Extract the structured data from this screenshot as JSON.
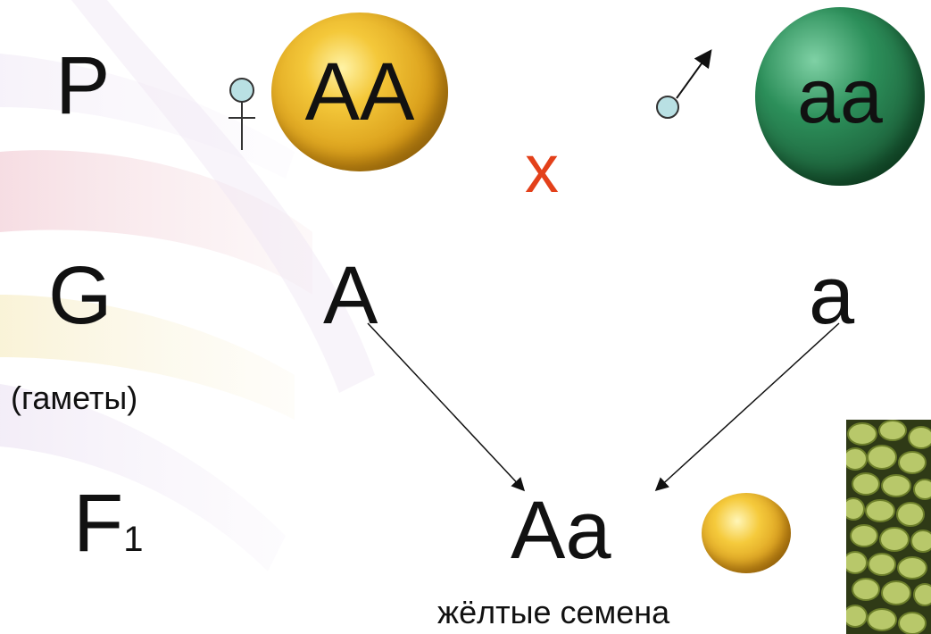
{
  "labels": {
    "p": "P",
    "g": "G",
    "gametes_note": "(гаметы)",
    "f_main": "F",
    "f_sub": "1"
  },
  "parents": {
    "female_genotype": "AA",
    "male_genotype": "aa",
    "cross_symbol": "x"
  },
  "gametes": {
    "female": "A",
    "male": "a"
  },
  "offspring": {
    "genotype": "Aa",
    "phenotype": "жёлтые семена"
  },
  "colors": {
    "cross": "#e3401a",
    "sex_symbol": "#b9e0e3",
    "yellow_pea": "#f4c83a",
    "green_pea": "#2c8f5a"
  },
  "icons": [
    "female-symbol-icon",
    "male-symbol-icon"
  ]
}
